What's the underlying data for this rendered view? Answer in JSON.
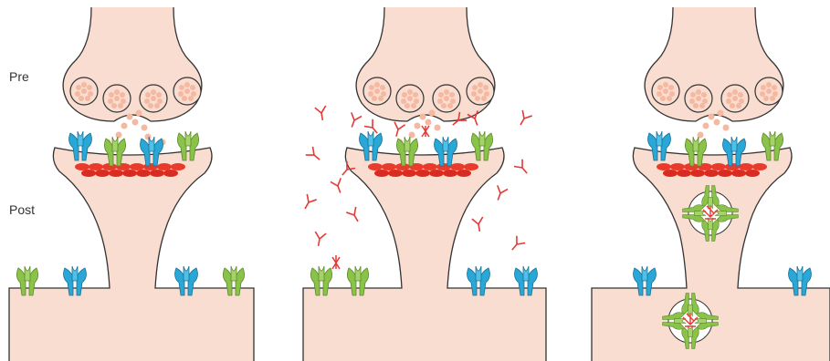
{
  "labels": {
    "pre": "Pre",
    "post": "Post"
  },
  "colors": {
    "cell_fill": "#f9ddd0",
    "outline": "#333333",
    "vesicle": "#f5b8a0",
    "psd": "#ea3a2c",
    "receptor_green": "#8bc34a",
    "receptor_blue": "#29a8d8",
    "antibody": "#e53935"
  },
  "icons": [
    "synapse-pre-terminal",
    "synaptic-vesicle",
    "green-receptor-icon",
    "blue-receptor-icon",
    "antibody-icon",
    "postsynaptic-density",
    "internalized-receptor-cluster"
  ]
}
